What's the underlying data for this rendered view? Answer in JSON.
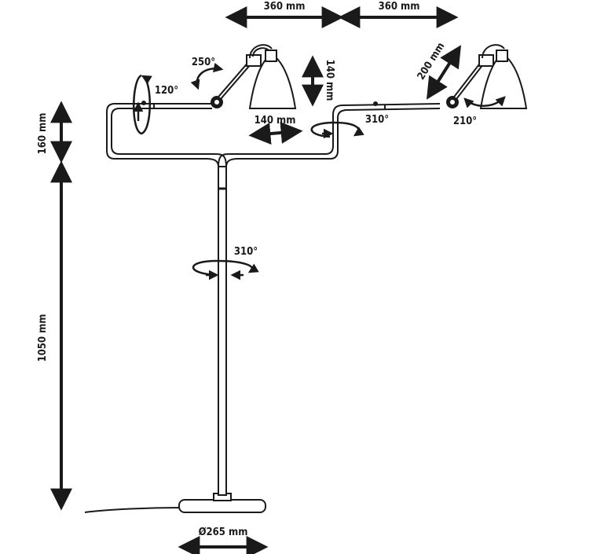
{
  "dimensions": {
    "width_left_arm": "360 mm",
    "width_right_arm": "360 mm",
    "height_upper": "160 mm",
    "height_stand": "1050 mm",
    "base_diameter": "Ø265 mm",
    "left_arm_offset": "140 mm",
    "shade_drop": "140 mm",
    "right_arm_reach": "200 mm"
  },
  "angles": {
    "left_vertical_pivot": "120°",
    "left_shade_pivot": "250°",
    "right_arm_rotation": "310°",
    "right_shade_pivot": "210°",
    "stem_rotation": "310°"
  }
}
